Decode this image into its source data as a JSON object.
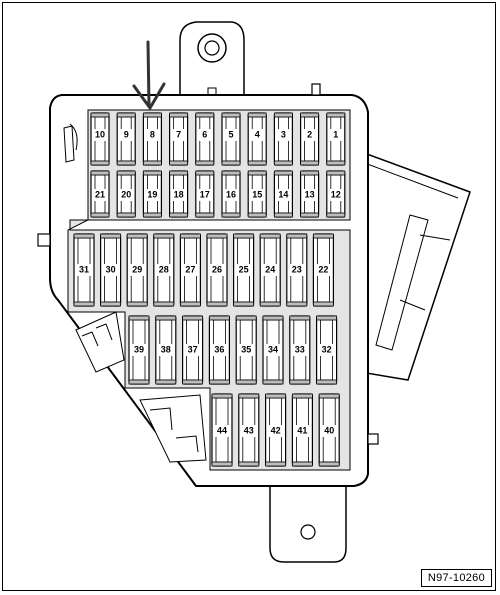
{
  "reference_code": "N97-10260",
  "fuse_rows": [
    [
      "10",
      "9",
      "8",
      "7",
      "6",
      "5",
      "4",
      "3",
      "2",
      "1"
    ],
    [
      "21",
      "20",
      "19",
      "18",
      "17",
      "16",
      "15",
      "14",
      "13",
      "12"
    ],
    [
      "31",
      "30",
      "29",
      "28",
      "27",
      "26",
      "25",
      "24",
      "23",
      "22"
    ],
    [
      "39",
      "38",
      "37",
      "36",
      "35",
      "34",
      "33",
      "32"
    ],
    [
      "44",
      "43",
      "42",
      "41",
      "40"
    ]
  ],
  "highlighted_fuse": "8",
  "colors": {
    "line": "#000000",
    "fill": "#ffffff",
    "shade": "#bdbdbd"
  }
}
